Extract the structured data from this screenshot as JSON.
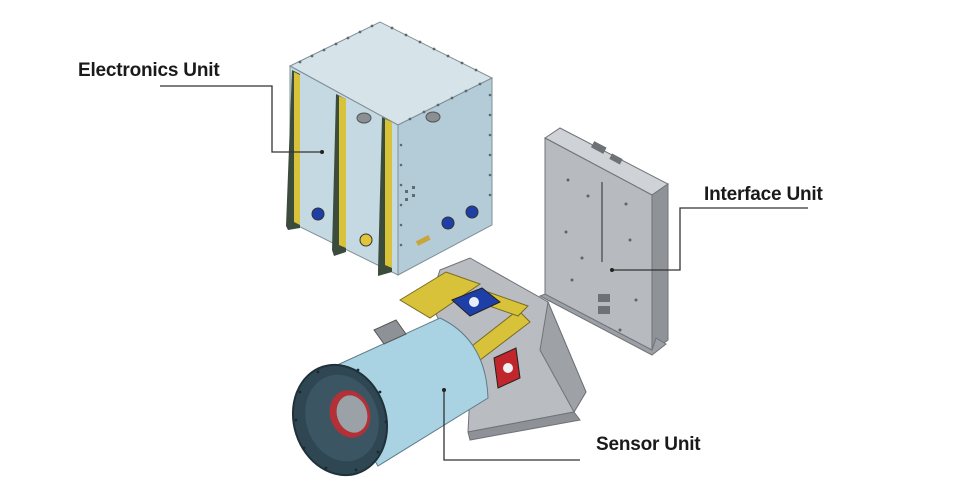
{
  "labels": {
    "electronics": "Electronics Unit",
    "interface": "Interface Unit",
    "sensor": "Sensor Unit"
  },
  "colors": {
    "panel_light": "#c9dde6",
    "panel_mid": "#b3cbd6",
    "panel_dark": "#9bb6c3",
    "rail_yellow": "#d8c23a",
    "rail_dark": "#3f4f3f",
    "cylinder": "#a9d3e3",
    "gray_body": "#b9bcc0",
    "gray_dark": "#8e9297",
    "blue_mark": "#1f3fa8",
    "red_mark": "#c0262b",
    "leader": "#333333"
  }
}
